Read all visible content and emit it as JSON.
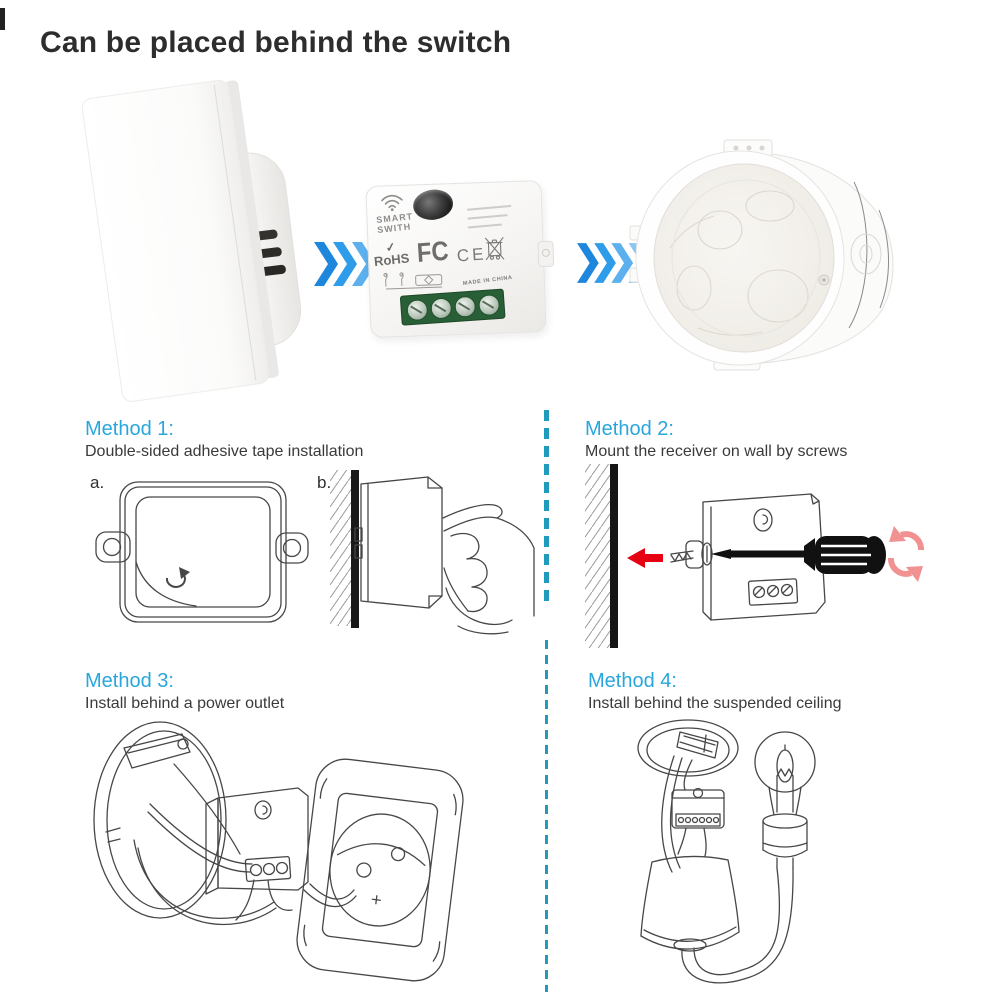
{
  "title": "Can be placed behind the switch",
  "colors": {
    "accent_blue": "#29a7dc",
    "divider_teal": "#1f9cbb",
    "arrow_gradient": [
      "#1d86dd",
      "#2f9ce9",
      "#5cb0ee",
      "#8ac6f2"
    ],
    "warning_red": "#e60012",
    "rotation_pink": "#f19191",
    "terminal_green": "#3c8a4f",
    "line_art": "#474747",
    "title_text": "#2d2d2d",
    "body_text": "#3a3a3a"
  },
  "top_section": {
    "module_markings": {
      "brand_line1": "SMART",
      "brand_line2": "SWITH",
      "rohs_check": "✓",
      "rohs_label": "RoHS",
      "fcc_label": "FC",
      "ce_label": "CE",
      "made_in": "MADE IN CHINA"
    }
  },
  "methods": [
    {
      "heading": "Method 1:",
      "description": "Double-sided adhesive tape installation",
      "labels": {
        "a": "a.",
        "b": "b."
      }
    },
    {
      "heading": "Method 2:",
      "description": "Mount the receiver on wall by screws"
    },
    {
      "heading": "Method 3:",
      "description": "Install behind a power outlet"
    },
    {
      "heading": "Method 4:",
      "description": "Install behind the suspended ceiling"
    }
  ]
}
